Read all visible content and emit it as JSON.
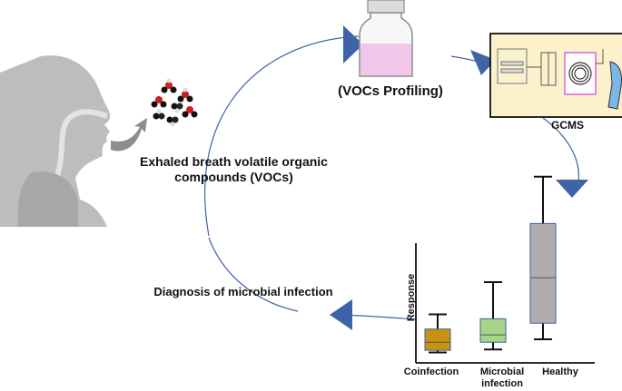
{
  "labels": {
    "breath": "Exhaled breath volatile organic compounds (VOCs)",
    "profiling": "(VOCs Profiling)",
    "gcms": "GCMS",
    "diagnosis": "Diagnosis of microbial infection"
  },
  "colors": {
    "arrow": "#3f63a8",
    "cycle_line": "#3f63a8",
    "vial_liquid": "#f2c6ea",
    "gcms_panel": "#fbf2cc",
    "body_silhouette": "#b8b8b8"
  },
  "chart_data": {
    "type": "box",
    "ylabel": "Response",
    "xlabel": "",
    "categories": [
      "Coinfection",
      "Microbial infection",
      "Healthy"
    ],
    "boxes": [
      {
        "category": "Coinfection",
        "min": 4.0,
        "q1": 5.5,
        "median": 11.0,
        "q3": 20.0,
        "max": 30.0,
        "color": "#c8920e"
      },
      {
        "category": "Microbial infection",
        "min": 6.0,
        "q1": 11.0,
        "median": 16.0,
        "q3": 27.0,
        "max": 52.0,
        "color": "#a6d589"
      },
      {
        "category": "Healthy",
        "min": 13.0,
        "q1": 24.0,
        "median": 55.0,
        "q3": 92.0,
        "max": 124.0,
        "color": "#b0acb0"
      }
    ],
    "ylim": [
      0,
      130
    ],
    "grid": false,
    "legend": "none"
  }
}
